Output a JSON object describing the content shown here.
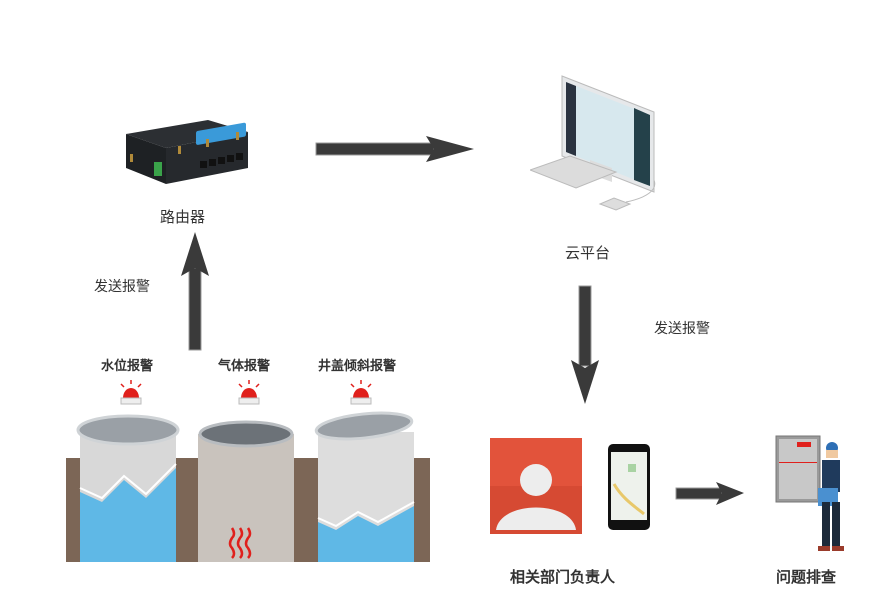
{
  "nodes": {
    "router": {
      "label": "路由器"
    },
    "cloud": {
      "label": "云平台"
    },
    "contact": {
      "label": "相关部门负责人"
    },
    "troubleshoot": {
      "label": "问题排查"
    }
  },
  "edges": {
    "sensor_to_router": {
      "label": "发送报警"
    },
    "cloud_to_contact": {
      "label": "发送报警"
    }
  },
  "alarms": [
    {
      "label": "水位报警"
    },
    {
      "label": "气体报警"
    },
    {
      "label": "井盖倾斜报警"
    }
  ],
  "colors": {
    "arrow": "#3a3a3a",
    "alarm": "#e0201c",
    "water": "#5fb8e6",
    "soil": "#7c6656",
    "avatar_bg": "#e2533b"
  }
}
